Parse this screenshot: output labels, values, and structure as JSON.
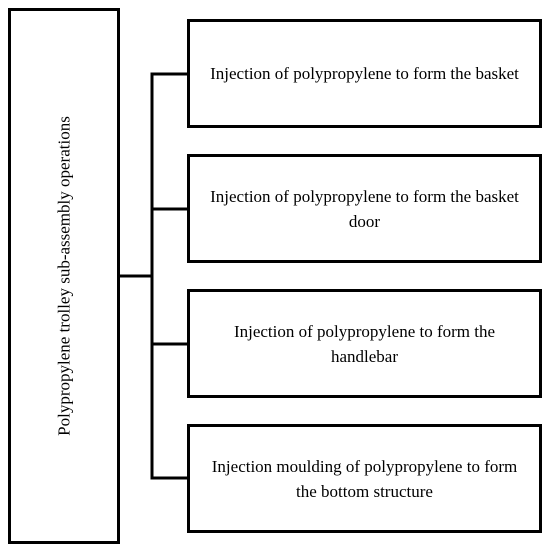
{
  "diagram": {
    "root_label": "Polypropylene trolley sub-assembly operations",
    "operations": [
      {
        "label": "Injection of polypropylene to form the basket"
      },
      {
        "label": "Injection of polypropylene to form the basket door"
      },
      {
        "label": "Injection of polypropylene to form the handlebar"
      },
      {
        "label": "Injection moulding of polypropylene to form the bottom structure"
      }
    ]
  },
  "colors": {
    "stroke": "#000000",
    "background": "#ffffff"
  }
}
